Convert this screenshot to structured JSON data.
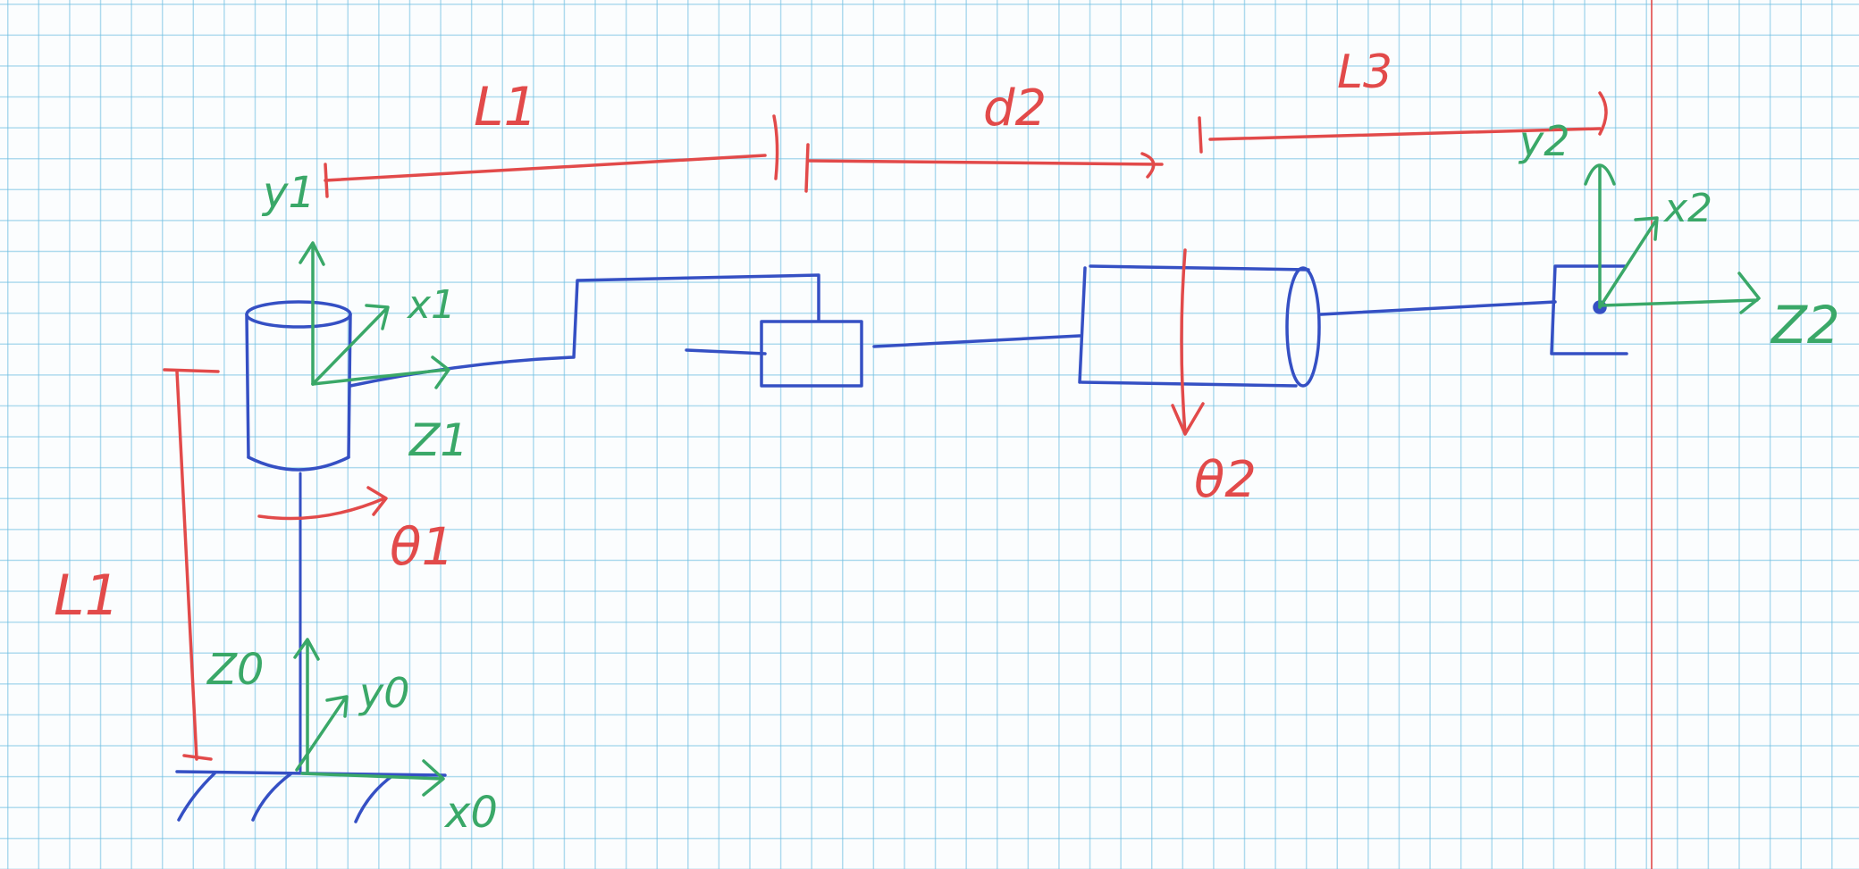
{
  "colors": {
    "blue_ink": "#3550c4",
    "red_ink": "#e24a4a",
    "green_ink": "#3aa868",
    "grid": "#8cc8e4",
    "margin_line": "#e24a4a"
  },
  "labels": {
    "L1_top": "L1",
    "d2": "d2",
    "L3": "L3",
    "L1_vertical": "L1",
    "theta1": "θ1",
    "theta2": "θ2"
  },
  "frame0": {
    "z": "Z0",
    "y": "y0",
    "x": "x0"
  },
  "frame1": {
    "y": "y1",
    "x": "x1",
    "z": "Z1"
  },
  "frame2": {
    "y": "y2",
    "x": "x2",
    "z": "Z2"
  }
}
